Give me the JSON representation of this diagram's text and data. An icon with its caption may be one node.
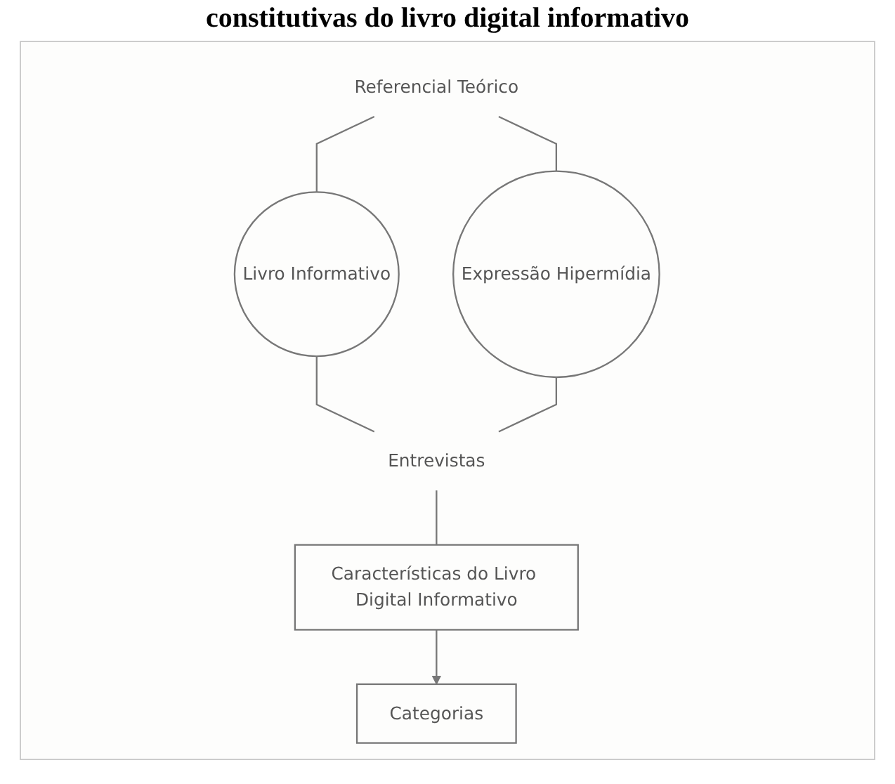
{
  "diagram": {
    "title": "constitutivas do livro digital informativo",
    "nodes": [
      {
        "text": [
          "Referencial Teórico"
        ]
      },
      {
        "text": [
          "Livro Informativo"
        ]
      },
      {
        "text": [
          "Expressão Hipermídia"
        ]
      },
      {
        "text": [
          "Entrevistas"
        ]
      },
      {
        "text": [
          "Características do Livro Digital Informativo"
        ]
      },
      {
        "text": [
          "Categorias"
        ]
      }
    ],
    "edges": [
      {
        "from": 0,
        "to": 1,
        "arrow": "none"
      },
      {
        "from": 0,
        "to": 2,
        "arrow": "none"
      },
      {
        "from": 1,
        "to": 3,
        "arrow": "none"
      },
      {
        "from": 2,
        "to": 3,
        "arrow": "none"
      },
      {
        "from": 3,
        "to": 4,
        "arrow": "none"
      },
      {
        "from": 4,
        "to": 5,
        "arrow": "to"
      }
    ]
  }
}
